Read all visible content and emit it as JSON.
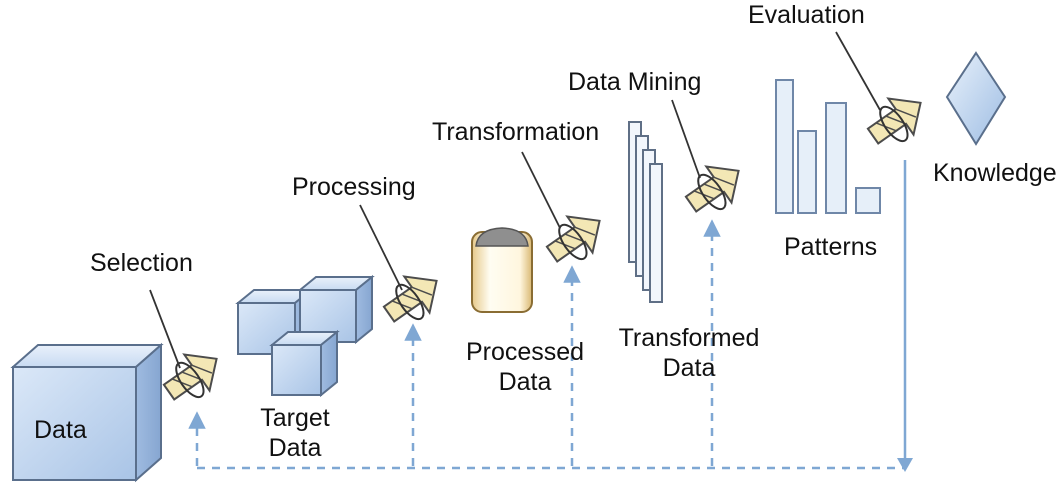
{
  "steps": {
    "selection": "Selection",
    "processing": "Processing",
    "transformation": "Transformation",
    "data_mining": "Data Mining",
    "evaluation": "Evaluation"
  },
  "stages": {
    "data": "Data",
    "target_data": [
      "Target",
      "Data"
    ],
    "processed_data": [
      "Processed",
      "Data"
    ],
    "transformed_data": [
      "Transformed",
      "Data"
    ],
    "patterns": "Patterns",
    "knowledge": "Knowledge"
  },
  "colors": {
    "shape_fill": "#c6daf2",
    "shape_stroke": "#5a6f8c",
    "arrow_fill": "#f3e7b5",
    "arrow_stroke": "#4c4c4c",
    "feedback_line": "#7fa7d3"
  }
}
